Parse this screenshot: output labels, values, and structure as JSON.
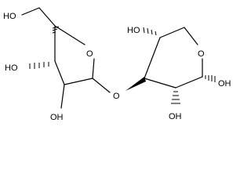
{
  "molecule": {
    "atoms": {
      "o_ch2oh": "HO",
      "o_furan_ring": "O",
      "o_furan_c3": "HO",
      "o_furan_c2": "OH",
      "o_glycosidic": "O",
      "o_pyran_top": "HO",
      "o_pyran_ring": "O",
      "o_pyran_c1": "OH",
      "o_pyran_c2": "OH"
    }
  }
}
